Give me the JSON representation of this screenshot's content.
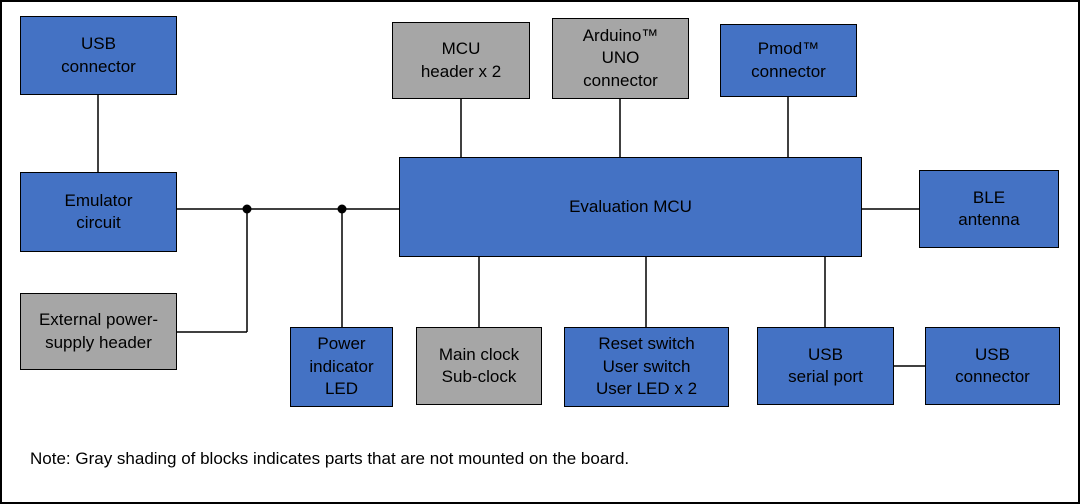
{
  "diagram": {
    "note": "Note: Gray shading of blocks indicates parts that are not mounted on the board.",
    "colors": {
      "mounted_block": "#4472C4",
      "not_mounted_block": "#A6A6A6",
      "line": "#000000",
      "text": "#000000",
      "background": "#FFFFFF"
    },
    "blocks": {
      "usb_connector_top": {
        "label": "USB\nconnector",
        "mounted": true
      },
      "emulator_circuit": {
        "label": "Emulator\ncircuit",
        "mounted": true
      },
      "external_power_supply_header": {
        "label": "External power-\nsupply header",
        "mounted": false
      },
      "mcu_header": {
        "label": "MCU\nheader x 2",
        "mounted": false
      },
      "arduino_uno_connector": {
        "label": "Arduino™\nUNO\nconnector",
        "mounted": false
      },
      "pmod_connector": {
        "label": "Pmod™\nconnector",
        "mounted": true
      },
      "evaluation_mcu": {
        "label": "Evaluation MCU",
        "mounted": true
      },
      "ble_antenna": {
        "label": "BLE\nantenna",
        "mounted": true
      },
      "power_indicator_led": {
        "label": "Power\nindicator\nLED",
        "mounted": true
      },
      "main_clock": {
        "label": "Main clock\nSub-clock",
        "mounted": false
      },
      "reset_switch": {
        "label": "Reset switch\nUser switch\nUser LED x 2",
        "mounted": true
      },
      "usb_serial_port": {
        "label": "USB\nserial port",
        "mounted": true
      },
      "usb_connector_bottom": {
        "label": "USB\nconnector",
        "mounted": true
      }
    }
  }
}
